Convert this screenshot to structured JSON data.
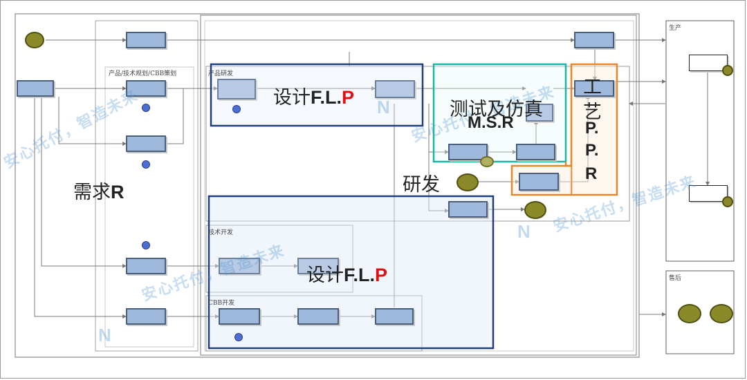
{
  "annotations": {
    "demand": {
      "cn": "需求",
      "latin": "R"
    },
    "design_top": {
      "cn": "设计",
      "latin1": "F.L.",
      "latin2": "P"
    },
    "design_bottom": {
      "cn": "设计",
      "latin1": "F.L.",
      "latin2": "P"
    },
    "test": {
      "line1": "测试及仿真",
      "line2": "M.S.R"
    },
    "process": {
      "c1": "工",
      "c2": "艺",
      "c3": "P.",
      "c4": "P.",
      "c5": "R"
    },
    "rd": "研发"
  },
  "sections": {
    "product_planning": "产品/技术规划/CBB策划",
    "product_rd": "产品研发",
    "tech_dev": "技术开发",
    "cbb_dev": "CBB开发",
    "production": "生产",
    "after_sales": "售后"
  },
  "watermarks": [
    "安心托付，智造未来",
    "安心托付，智造未来",
    "安心托付，智造未来",
    "安心托付，智造未来"
  ],
  "colors": {
    "design_box": "#1f3f7a",
    "test_box": "#1ab5a5",
    "process_box": "#e8862a",
    "red_letter": "#e01010"
  }
}
